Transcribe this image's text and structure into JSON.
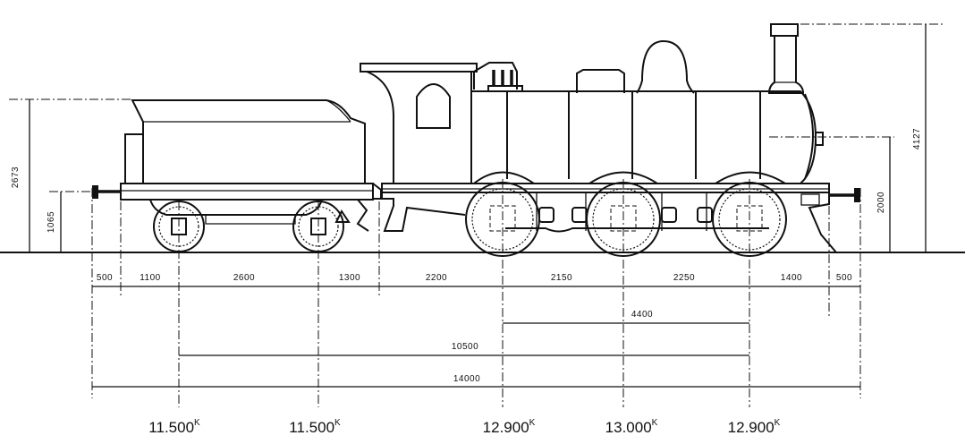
{
  "segment_dimensions": [
    "500",
    "1100",
    "2600",
    "1300",
    "2200",
    "2150",
    "2250",
    "1400",
    "500"
  ],
  "spans": {
    "coupled_wheelbase": "4400",
    "total_wheelbase": "10500",
    "length_over_buffers": "14000"
  },
  "heights": {
    "tender_height": "2673",
    "buffer_height": "1065",
    "boiler_axis": "2000",
    "chimney_height": "4127"
  },
  "axle_loads": [
    {
      "value": "11.500",
      "unit": "K"
    },
    {
      "value": "11.500",
      "unit": "K"
    },
    {
      "value": "12.900",
      "unit": "K"
    },
    {
      "value": "13.000",
      "unit": "K"
    },
    {
      "value": "12.900",
      "unit": "K"
    }
  ]
}
